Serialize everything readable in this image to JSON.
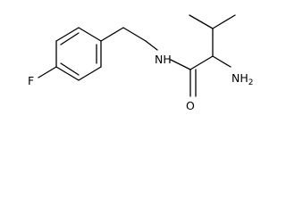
{
  "molecule": {
    "atoms": {
      "fluorine": "F",
      "amide_nitrogen": "NH",
      "amine": "NH",
      "amine_subscript": "2",
      "carbonyl_oxygen": "O"
    },
    "colors": {
      "bond": "#000000",
      "label": "#000000",
      "background": "#ffffff"
    }
  }
}
